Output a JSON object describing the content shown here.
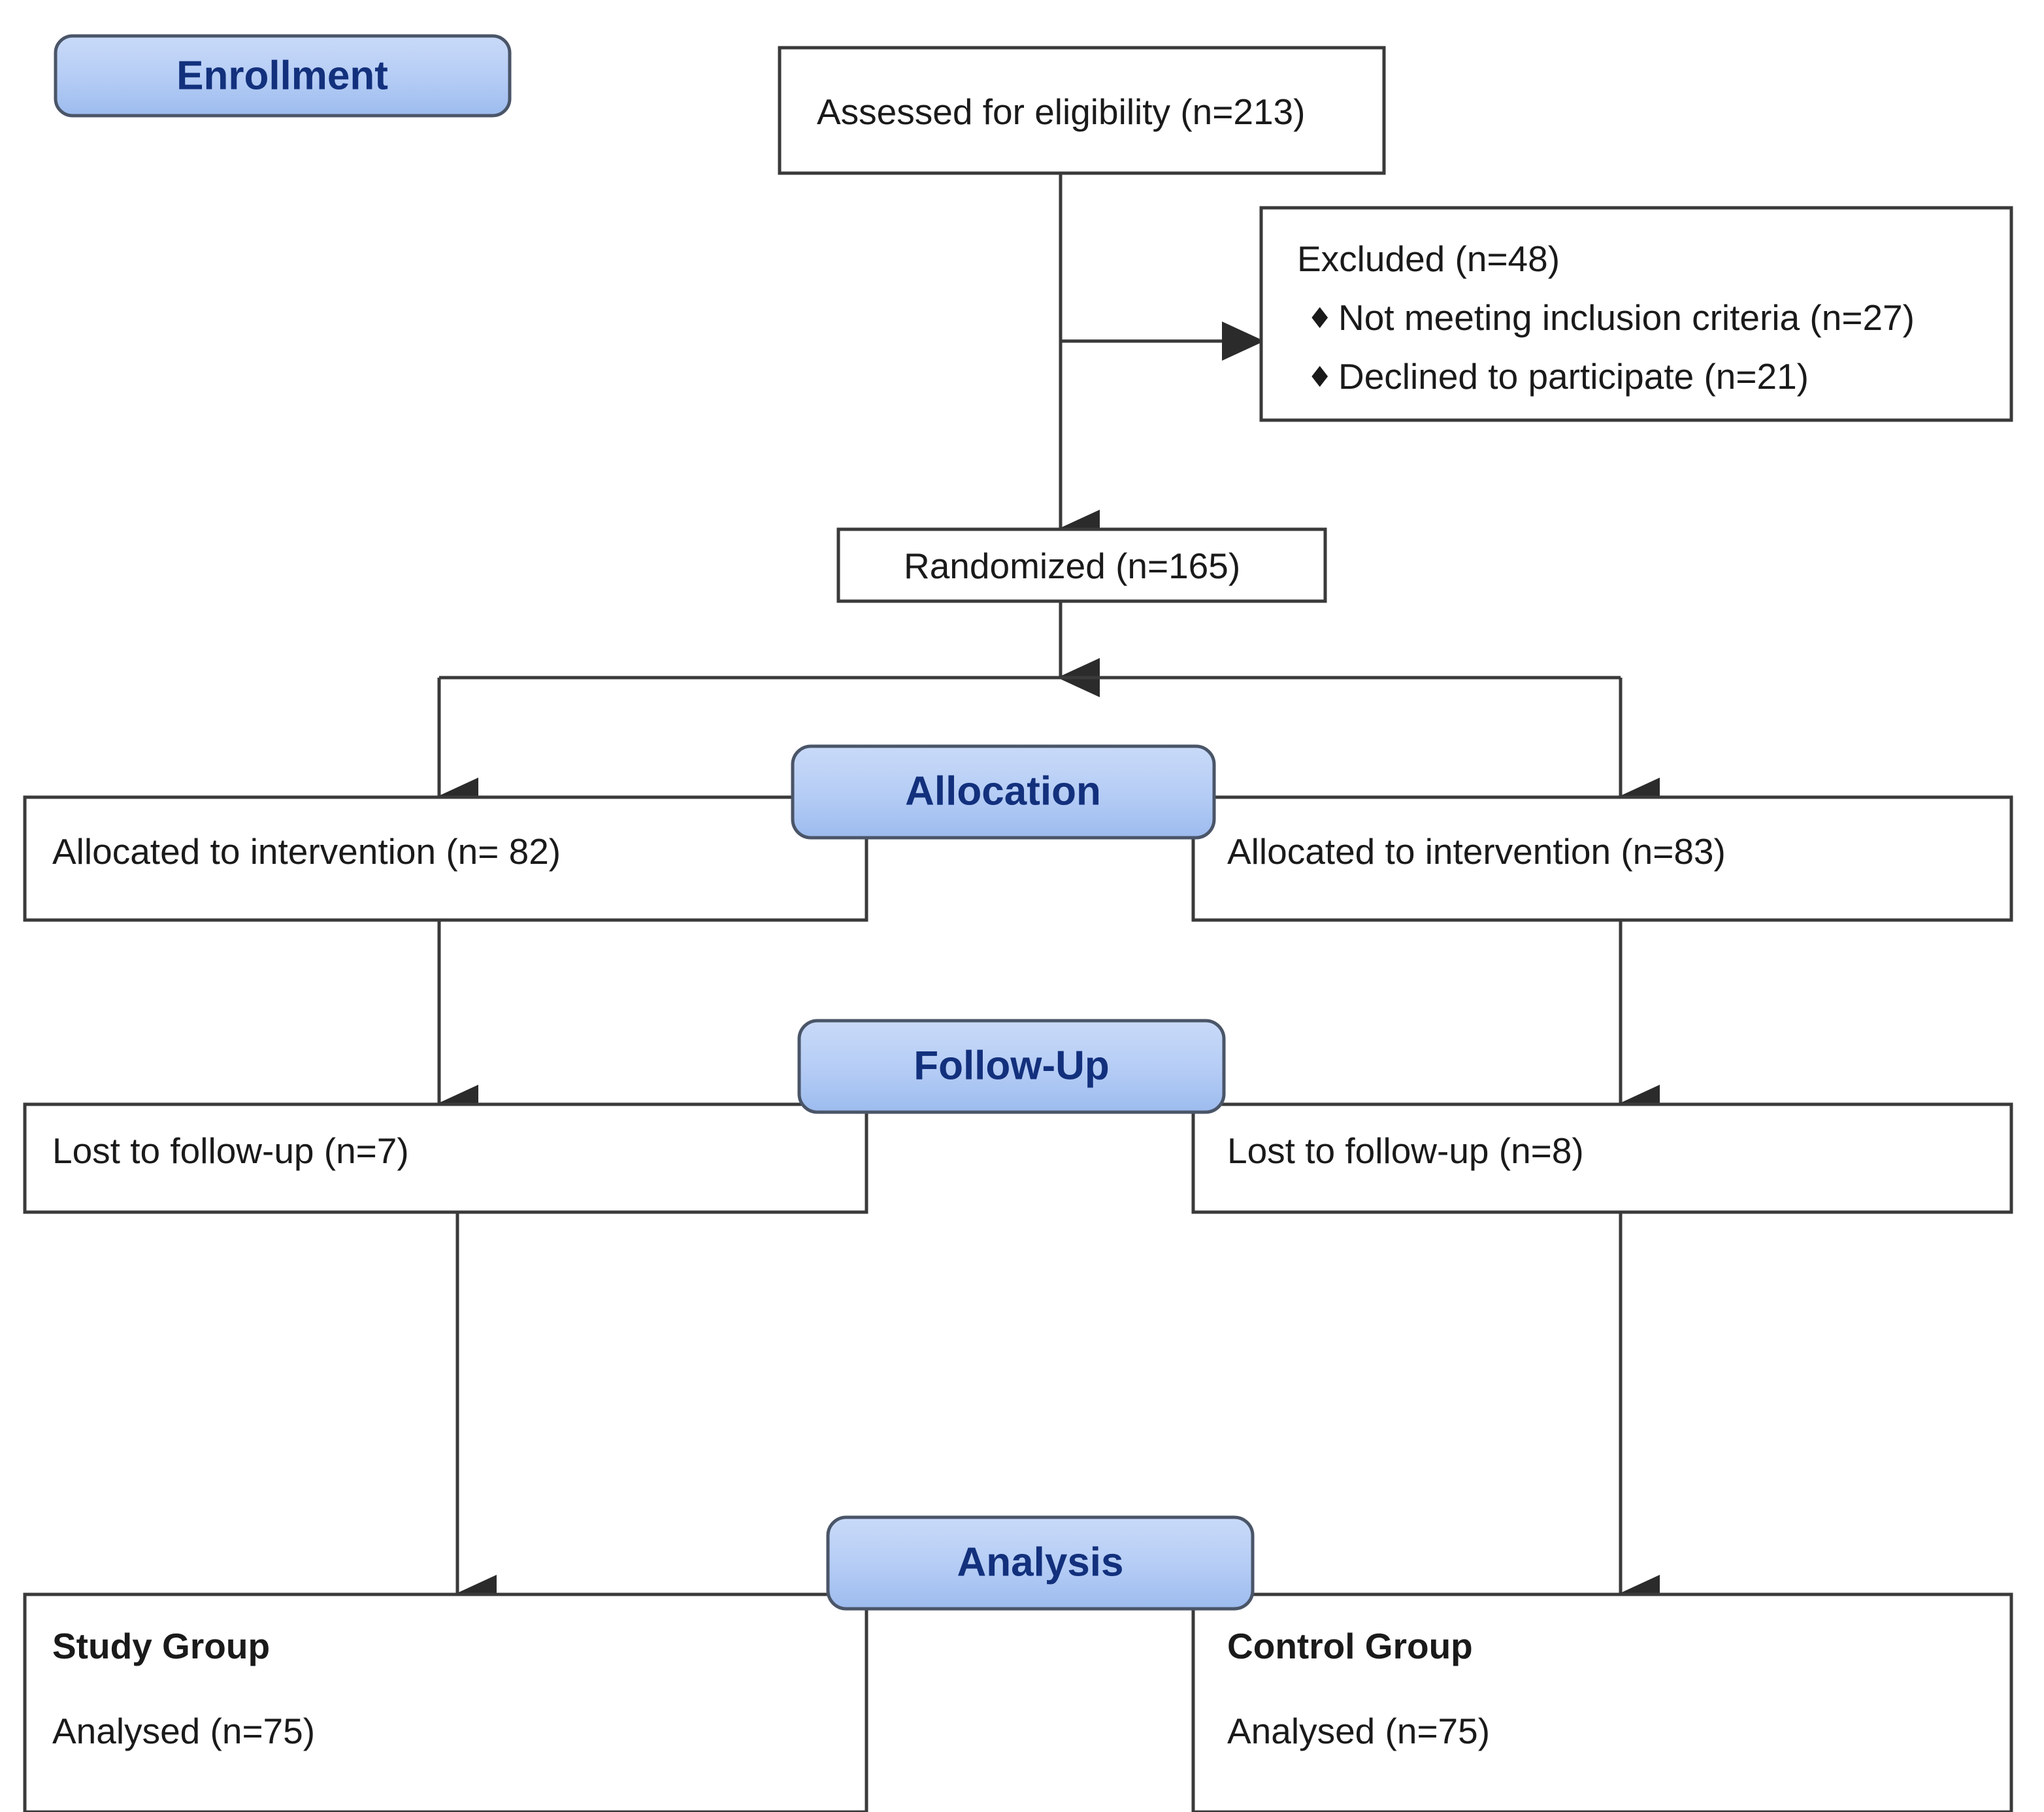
{
  "diagram": {
    "type": "consort-flow-diagram",
    "title": "CONSORT participant flow diagram",
    "colors": {
      "badge_fill_top": "#C3D6F7",
      "badge_fill_bottom": "#9DBCF0",
      "badge_border": "#4A5568",
      "badge_text": "#12307C",
      "box_border": "#3A3A3A",
      "box_fill": "#FFFFFF",
      "body_text": "#1A1A1A",
      "connector": "#3A3A3A"
    },
    "stages": [
      {
        "id": "enrollment",
        "label": "Enrollment"
      },
      {
        "id": "allocation",
        "label": "Allocation"
      },
      {
        "id": "follow-up",
        "label": "Follow-Up"
      },
      {
        "id": "analysis",
        "label": "Analysis"
      }
    ],
    "nodes": {
      "assessed": {
        "label": "Assessed for eligibility (n=213)",
        "n": 213
      },
      "excluded": {
        "heading": "Excluded (n=48)",
        "n": 48,
        "bullet_glyph": "♦",
        "reasons": [
          {
            "label": "Not meeting inclusion criteria (n=27)",
            "n": 27
          },
          {
            "label": "Declined to participate (n=21)",
            "n": 21
          }
        ]
      },
      "randomized": {
        "label": "Randomized (n=165)",
        "n": 165
      },
      "allocated_left": {
        "label": "Allocated to intervention (n= 82)",
        "n": 82
      },
      "allocated_right": {
        "label": "Allocated to intervention (n=83)",
        "n": 83
      },
      "lost_left": {
        "label": "Lost to follow-up (n=7)",
        "n": 7
      },
      "lost_right": {
        "label": "Lost to follow-up (n=8)",
        "n": 8
      },
      "analysis_left": {
        "group_label": "Study Group",
        "analysed_label": "Analysed (n=75)",
        "n": 75
      },
      "analysis_right": {
        "group_label": "Control Group",
        "analysed_label": "Analysed (n=75)",
        "n": 75
      }
    }
  },
  "chart_data": {
    "type": "diagram",
    "title": "CONSORT participant flow diagram",
    "flow": [
      {
        "step": "Assessed for eligibility",
        "value": 213
      },
      {
        "step": "Excluded",
        "value": 48
      },
      {
        "step": "Not meeting inclusion criteria",
        "value": 27
      },
      {
        "step": "Declined to participate",
        "value": 21
      },
      {
        "step": "Randomized",
        "value": 165
      },
      {
        "step": "Allocated to intervention (Study Group)",
        "value": 82
      },
      {
        "step": "Allocated to intervention (Control Group)",
        "value": 83
      },
      {
        "step": "Lost to follow-up (Study Group)",
        "value": 7
      },
      {
        "step": "Lost to follow-up (Control Group)",
        "value": 8
      },
      {
        "step": "Analysed (Study Group)",
        "value": 75
      },
      {
        "step": "Analysed (Control Group)",
        "value": 75
      }
    ]
  }
}
